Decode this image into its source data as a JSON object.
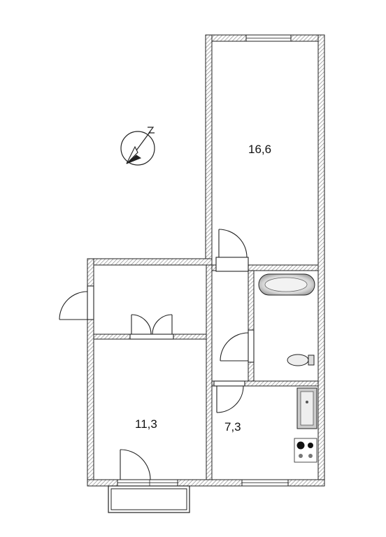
{
  "floor_plan": {
    "rooms": [
      {
        "id": "living-room",
        "area": "16,6"
      },
      {
        "id": "bedroom",
        "area": "11,3"
      },
      {
        "id": "kitchen",
        "area": "7,3"
      }
    ],
    "fixtures": [
      "bathtub",
      "toilet",
      "sink",
      "stove"
    ],
    "compass": "compass-icon",
    "colors": {
      "wall_hatch": "#888888",
      "line": "#222222",
      "fixture_fill": "#cccccc"
    }
  }
}
